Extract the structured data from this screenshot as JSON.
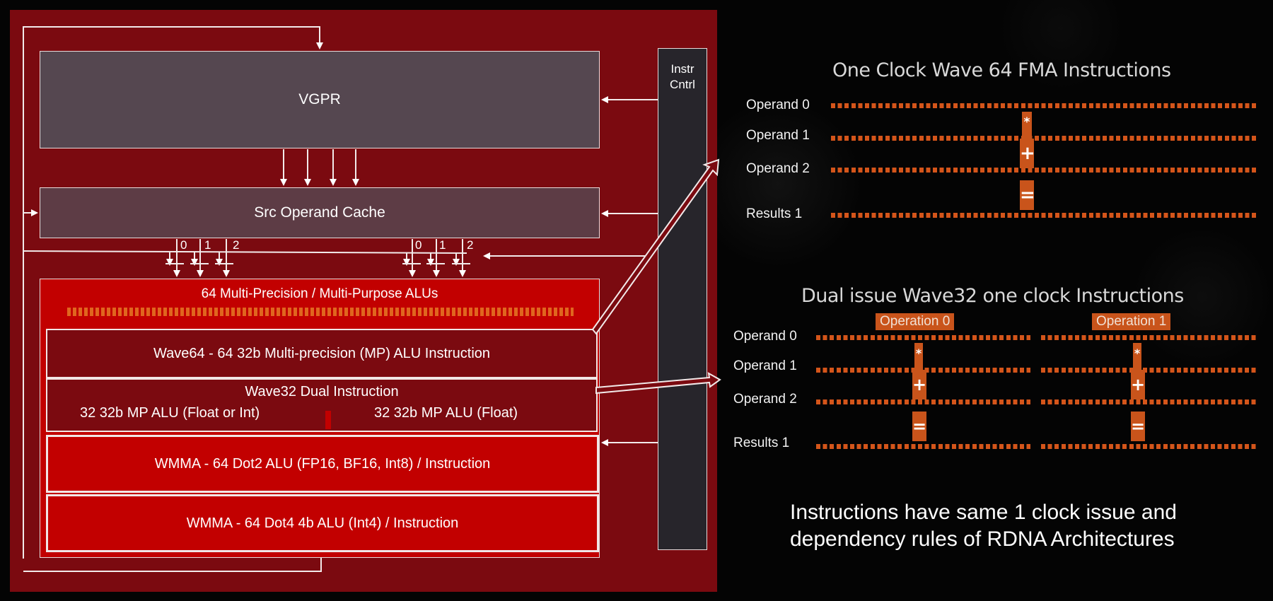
{
  "diagram": {
    "vgpr_label": "VGPR",
    "src_cache_label": "Src Operand Cache",
    "instr_cntrl_label": "Instr\nCntrl",
    "operand_ports_left": [
      "0",
      "1",
      "2"
    ],
    "operand_ports_right": [
      "0",
      "1",
      "2"
    ],
    "alu_group_title": "64 Multi-Precision / Multi-Purpose ALUs",
    "rows": {
      "wave64": "Wave64 - 64 32b Multi-precision (MP) ALU Instruction",
      "wave32_title": "Wave32 Dual Instruction",
      "wave32_left": "32 32b MP ALU (Float or Int)",
      "wave32_right": "32 32b MP ALU (Float)",
      "wmma_dot2": "WMMA - 64 Dot2 ALU (FP16, BF16, Int8) / Instruction",
      "wmma_dot4": "WMMA - 64 Dot4 4b ALU (Int4) / Instruction"
    },
    "colors": {
      "panel": "#7b0a10",
      "alu_red": "#c20000",
      "vgpr_grey": "#554750",
      "instr_dark": "#27252b",
      "lane_orange": "#e0661e"
    }
  },
  "fma": {
    "title": "One Clock Wave 64 FMA Instructions",
    "operands": [
      "Operand 0",
      "Operand 1",
      "Operand 2",
      "Results 1"
    ],
    "ops": [
      "*",
      "+",
      "="
    ]
  },
  "dual": {
    "title": "Dual issue Wave32 one clock Instructions",
    "operations": [
      "Operation 0",
      "Operation 1"
    ],
    "operands": [
      "Operand 0",
      "Operand 1",
      "Operand 2",
      "Results 1"
    ],
    "ops": [
      "*",
      "+",
      "="
    ]
  },
  "footer_note": "Instructions have same 1 clock issue and\ndependency rules of RDNA Architectures",
  "accent_orange": "#c9541b"
}
